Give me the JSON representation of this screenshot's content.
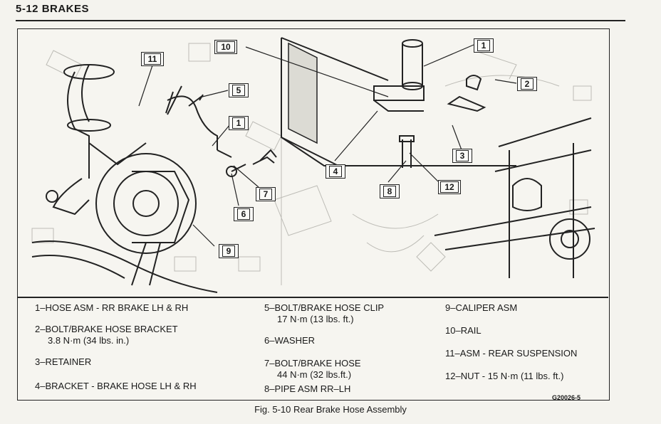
{
  "header": {
    "section": "5-12 BRAKES"
  },
  "callouts": [
    {
      "id": "c11",
      "label": "11"
    },
    {
      "id": "c10",
      "label": "10"
    },
    {
      "id": "c1a",
      "label": "1"
    },
    {
      "id": "c5",
      "label": "5"
    },
    {
      "id": "c1b",
      "label": "1"
    },
    {
      "id": "c7",
      "label": "7"
    },
    {
      "id": "c6",
      "label": "6"
    },
    {
      "id": "c9",
      "label": "9"
    },
    {
      "id": "c2",
      "label": "2"
    },
    {
      "id": "c3",
      "label": "3"
    },
    {
      "id": "c4",
      "label": "4"
    },
    {
      "id": "c8",
      "label": "8"
    },
    {
      "id": "c12",
      "label": "12"
    }
  ],
  "legend": {
    "col1": [
      {
        "line1": "1–HOSE ASM - RR BRAKE LH & RH",
        "line2": ""
      },
      {
        "line1": "2–BOLT/BRAKE HOSE BRACKET",
        "line2": "3.8 N·m (34 lbs.  in.)"
      },
      {
        "line1": "3–RETAINER",
        "line2": ""
      },
      {
        "line1": "4–BRACKET - BRAKE HOSE LH & RH",
        "line2": ""
      }
    ],
    "col2": [
      {
        "line1": "5–BOLT/BRAKE HOSE CLIP",
        "line2": "17 N·m (13 lbs. ft.)"
      },
      {
        "line1": "6–WASHER",
        "line2": ""
      },
      {
        "line1": "7–BOLT/BRAKE HOSE",
        "line2": "44 N·m (32 lbs.ft.)"
      },
      {
        "line1": "8–PIPE ASM RR–LH",
        "line2": ""
      }
    ],
    "col3": [
      {
        "line1": "9–CALIPER ASM",
        "line2": ""
      },
      {
        "line1": "10–RAIL",
        "line2": ""
      },
      {
        "line1": "11–ASM - REAR SUSPENSION",
        "line2": ""
      },
      {
        "line1": "12–NUT - 15 N·m (11 lbs. ft.)",
        "line2": ""
      }
    ]
  },
  "figure_id": "G20026-5",
  "caption": "Fig. 5-10 Rear Brake Hose Assembly"
}
